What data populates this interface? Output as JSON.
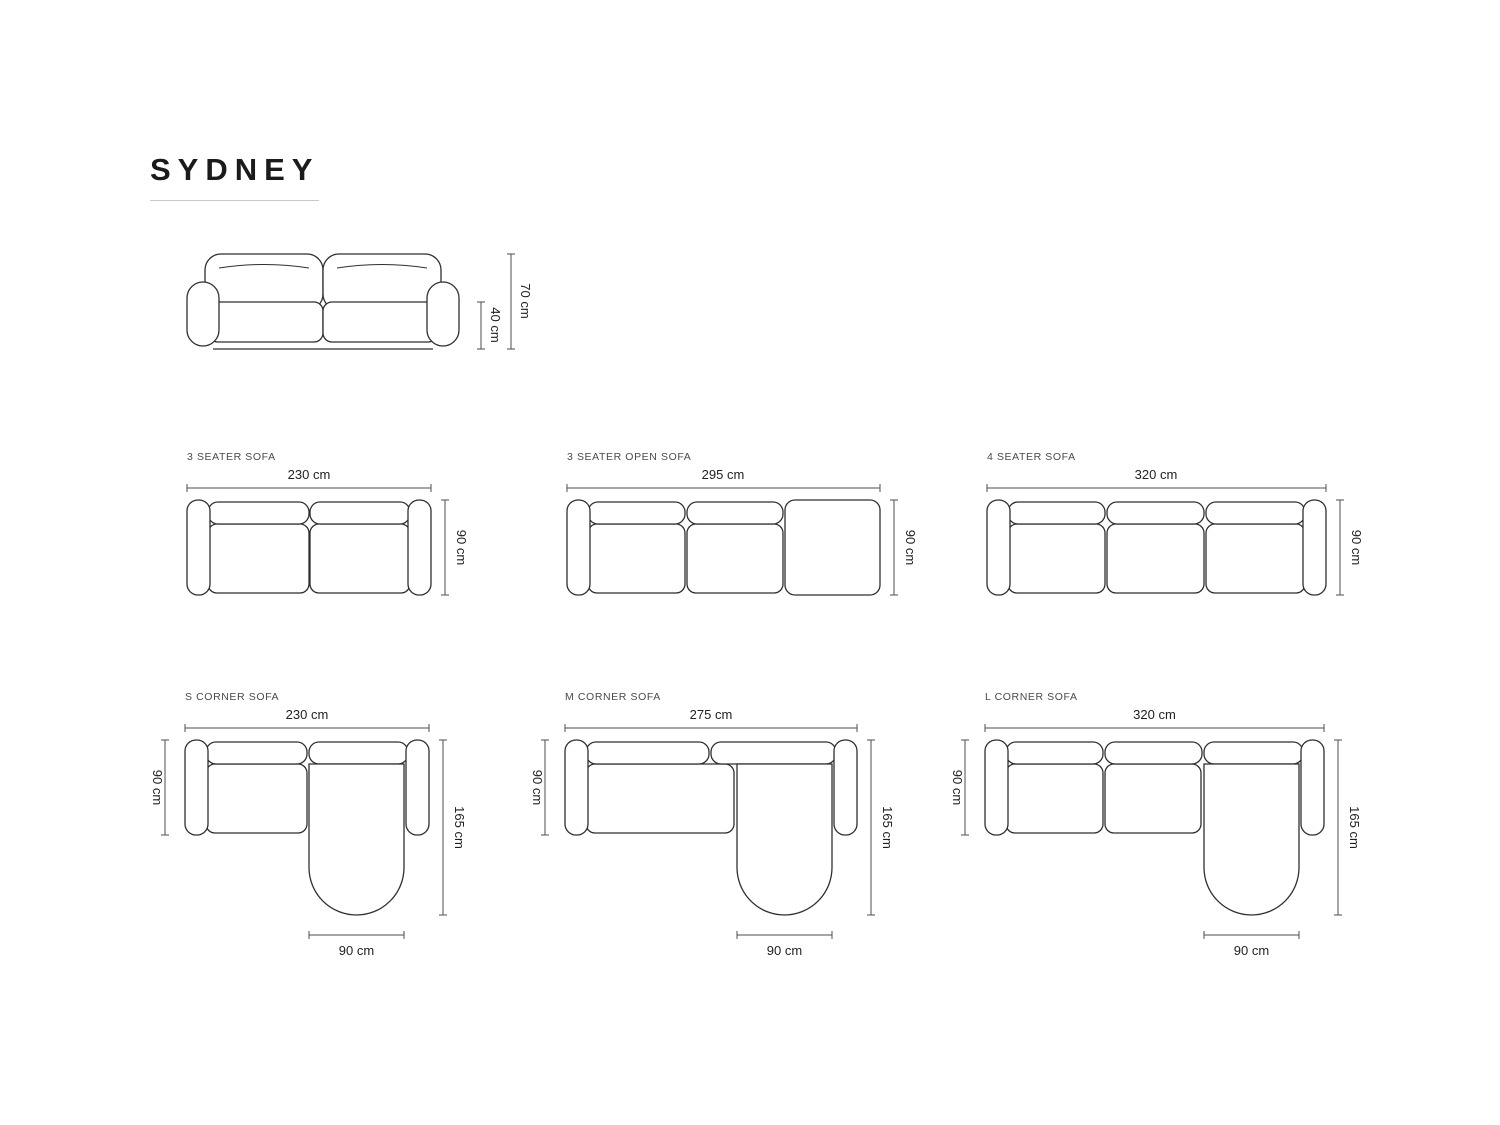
{
  "title": "SYDNEY",
  "front_view": {
    "total_height": "70 cm",
    "seat_height": "40 cm"
  },
  "products": [
    {
      "label": "3 SEATER SOFA",
      "width": "230 cm",
      "depth": "90 cm"
    },
    {
      "label": "3 SEATER OPEN SOFA",
      "width": "295 cm",
      "depth": "90 cm"
    },
    {
      "label": "4 SEATER SOFA",
      "width": "320 cm",
      "depth": "90 cm"
    },
    {
      "label": "S CORNER SOFA",
      "width": "230 cm",
      "depth": "90 cm",
      "total_depth": "165 cm",
      "chaise_width": "90 cm"
    },
    {
      "label": "M CORNER SOFA",
      "width": "275 cm",
      "depth": "90 cm",
      "total_depth": "165 cm",
      "chaise_width": "90 cm"
    },
    {
      "label": "L CORNER SOFA",
      "width": "320 cm",
      "depth": "90 cm",
      "total_depth": "165 cm",
      "chaise_width": "90 cm"
    }
  ],
  "colors": {
    "line": "#2f2f2f",
    "dimension_line": "#4d4d4d",
    "text": "#1f1f1f",
    "label": "#4a4a4a",
    "underline": "#c9c9c9",
    "background": "#ffffff"
  }
}
